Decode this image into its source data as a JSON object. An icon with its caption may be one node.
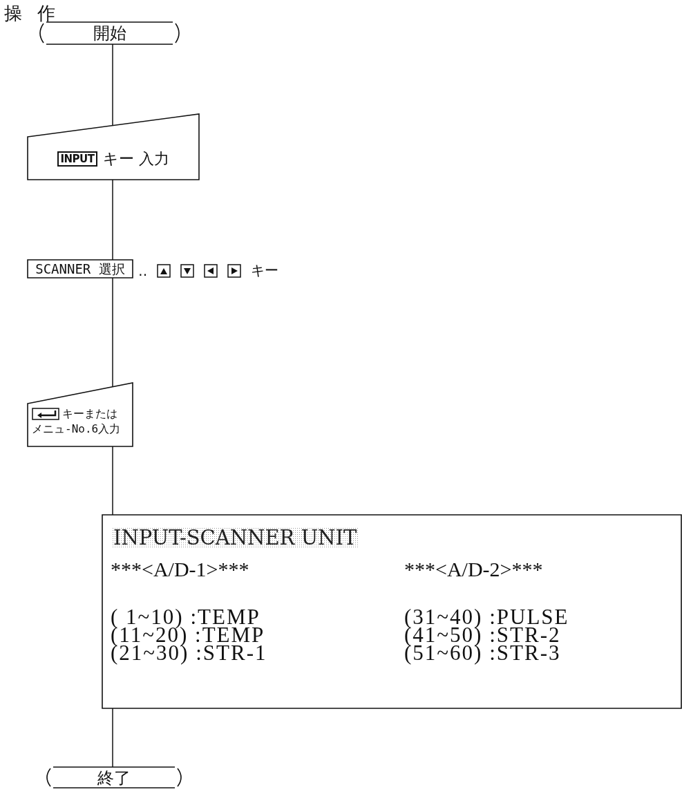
{
  "diagram": {
    "title": "操 作",
    "nodes": [
      {
        "text": [
          "開始"
        ]
      },
      {
        "text": [
          "INPUT",
          "キー 入力"
        ]
      },
      {
        "text": [
          "SCANNER 選択"
        ]
      },
      {
        "text": [
          "キーまたは",
          "メニュ-No.6入力"
        ]
      },
      {
        "text": [
          "INPUT-SCANNER UNIT",
          "***<A/D-1>***",
          "***<A/D-2>***",
          "( 1~10) :TEMP",
          "(31~40) :PULSE",
          "(11~20) :TEMP",
          "(41~50) :STR-2",
          "(21~30) :STR-1",
          "(51~60) :STR-3"
        ]
      },
      {
        "text": [
          "終了"
        ]
      }
    ],
    "edges": [
      {
        "from": 0,
        "to": 1,
        "arrow": "none"
      },
      {
        "from": 1,
        "to": 2,
        "arrow": "none"
      },
      {
        "from": 2,
        "to": 3,
        "arrow": "none"
      },
      {
        "from": 3,
        "to": 4,
        "arrow": "none"
      },
      {
        "from": 4,
        "to": 5,
        "arrow": "none"
      }
    ],
    "labels": [
      "‥",
      "キー"
    ]
  }
}
